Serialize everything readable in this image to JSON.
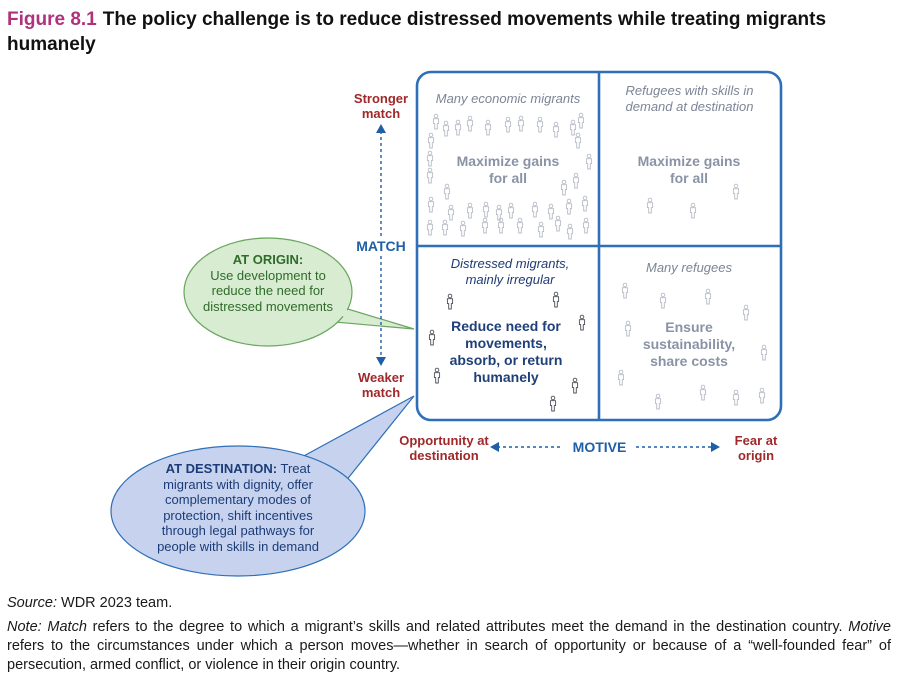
{
  "figure": {
    "number": "Figure 8.1",
    "title": "The policy challenge is to reduce distressed movements while treating migrants humanely"
  },
  "axes": {
    "vertical": {
      "top_label": "Stronger match",
      "mid_label": "MATCH",
      "bottom_label": "Weaker match"
    },
    "horizontal": {
      "left_label": "Opportunity at destination",
      "mid_label": "MOTIVE",
      "right_label": "Fear at origin"
    }
  },
  "quadrants": {
    "top_left": {
      "label": "Many economic migrants",
      "policy": "Maximize gains for all"
    },
    "top_right": {
      "label": "Refugees with skills in demand at destination",
      "policy": "Maximize gains for all"
    },
    "bottom_left": {
      "label": "Distressed migrants, mainly irregular",
      "policy": "Reduce need for movements, absorb, or return humanely"
    },
    "bottom_right": {
      "label": "Many refugees",
      "policy": "Ensure sustainability, share costs"
    }
  },
  "bubbles": {
    "origin": {
      "heading": "AT ORIGIN:",
      "text": "Use development to reduce the need for distressed movements"
    },
    "destination": {
      "heading": "AT DESTINATION:",
      "text": "Treat migrants with dignity, offer complementary modes of protection, shift incentives through legal pathways for people with skills in demand"
    }
  },
  "footer": {
    "source_label": "Source:",
    "source_text": "WDR 2023 team.",
    "note_label": "Note:",
    "note_term1": "Match",
    "note_text1": "refers to the degree to which a migrant’s skills and related attributes meet the demand in the destination country.",
    "note_term2": "Motive",
    "note_text2": "refers to the circumstances under which a person moves—whether in search of opportunity or because of a “well-founded fear” of persecution, armed conflict, or violence in their origin country."
  },
  "colors": {
    "figure_number": "#b0327a",
    "frame": "#2e6fb8",
    "axis_end_labels": "#a0282a",
    "axis_mid_labels": "#1f5fa8",
    "origin_bubble_fill": "#d8ecd2",
    "origin_bubble_stroke": "#6aa65e",
    "destination_bubble_fill": "#c7d3ee",
    "destination_bubble_stroke": "#2e6fb8",
    "light_person": "#b7bcc6",
    "dark_person": "#4a4f59"
  },
  "icons": {
    "person": "person-icon"
  }
}
